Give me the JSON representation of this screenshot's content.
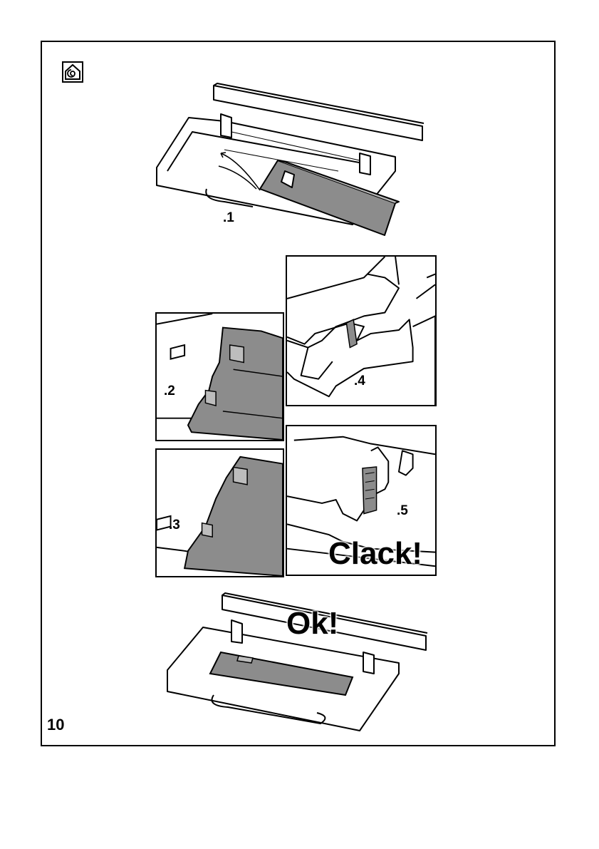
{
  "page": {
    "number": "10"
  },
  "icons": {
    "header": "house-spiral-icon"
  },
  "steps": {
    "s1": ".1",
    "s2": ".2",
    "s3": ".3",
    "s4": ".4",
    "s5": ".5"
  },
  "callouts": {
    "clack": "Clack!",
    "ok": "Ok!"
  },
  "colors": {
    "filter_gray": "#8c8c8c",
    "line": "#000000",
    "paper": "#ffffff"
  }
}
